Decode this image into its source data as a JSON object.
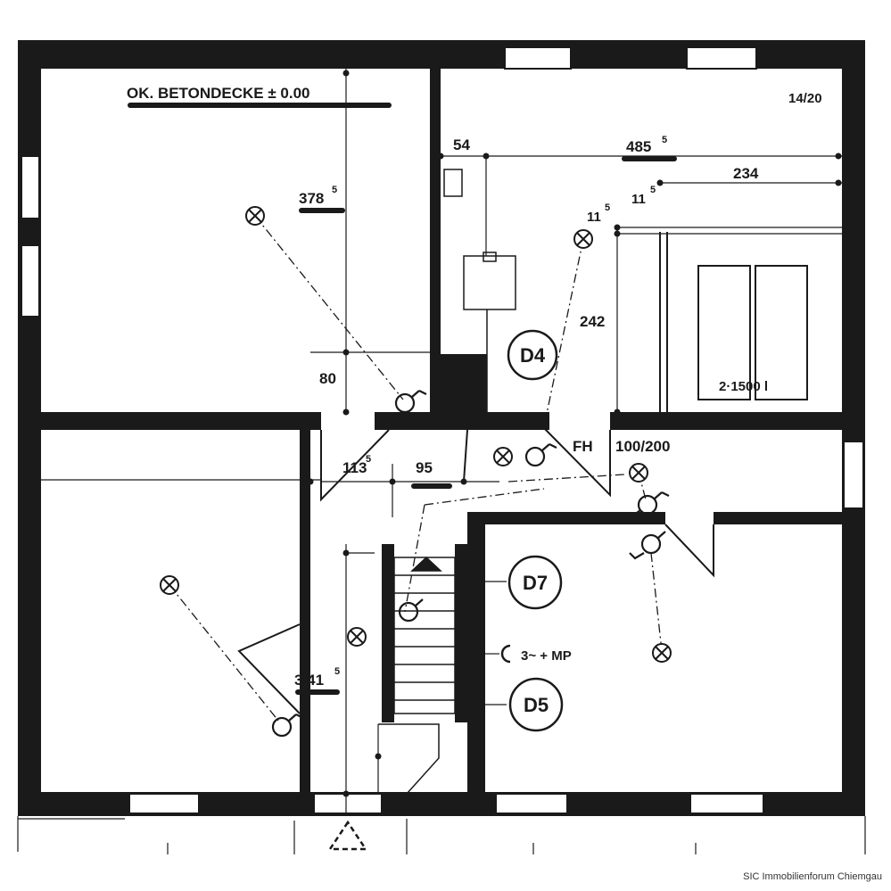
{
  "plan": {
    "floor_label": "OK. BETONDECKE  ±  0.00",
    "scale_note": "14/20",
    "dim_378": "378",
    "dim_378_sup": "5",
    "dim_485": "485",
    "dim_485_sup": "5",
    "dim_54": "54",
    "dim_234": "234",
    "dim_11_a": "11",
    "dim_11_a_sup": "5",
    "dim_11_b": "11",
    "dim_11_b_sup": "5",
    "dim_242": "242",
    "dim_80": "80",
    "dim_113": "113",
    "dim_113_sup": "5",
    "dim_95": "95",
    "dim_341": "3.41",
    "dim_341_sup": "5",
    "fh_label": "FH",
    "fh_size": "100/200",
    "tank_label": "2·1500 l",
    "socket_label": "3~ + MP",
    "circle_d4": "D4",
    "circle_d7": "D7",
    "circle_d5": "D5"
  },
  "footer": {
    "credit": "SIC Immobilienforum Chiemgau"
  }
}
